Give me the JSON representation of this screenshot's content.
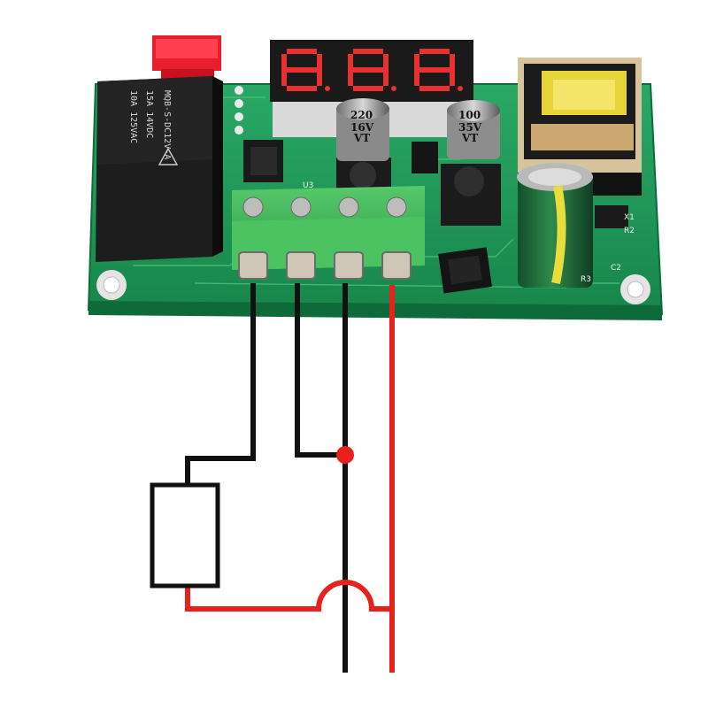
{
  "relay": {
    "model": "MQB-S-DC12V-A",
    "rating_dc": "15A 14VDC",
    "rating_ac": "10A 125VAC"
  },
  "capacitor_small": {
    "value": "220",
    "voltage": "16V",
    "series": "VT"
  },
  "capacitor_medium": {
    "value": "100",
    "voltage": "35V",
    "series": "VT"
  },
  "silkscreen": {
    "u3": "U3",
    "x1": "X1",
    "r2": "R2",
    "c2": "C2",
    "r3": "R3"
  },
  "colors": {
    "pcb": "#1f9e5c",
    "terminal": "#3fb85a",
    "wire_black": "#111111",
    "wire_red": "#e8201e",
    "display_digit": "#e83030",
    "display_body": "#1a1a1a"
  }
}
